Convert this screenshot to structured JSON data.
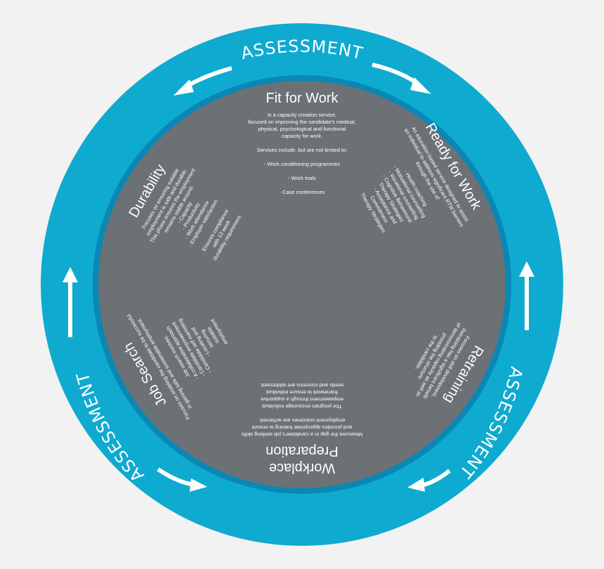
{
  "colors": {
    "background": "#f2f2f2",
    "outer_ring": "#0faad0",
    "inner_ring": "#0a87b4",
    "center": "#6b7175",
    "text": "#ffffff"
  },
  "assessment_labels": [
    "ASSESSMENT",
    "ASSESSMENT",
    "ASSESSMENT"
  ],
  "sections": {
    "fit_for_work": {
      "title": "Fit for Work",
      "lines": [
        "Is a capacity creation service,",
        "focused on improving the candidate's medical,",
        "physical, psychological and functional",
        "capacity for work.",
        "",
        "Services include, but are not limited to:",
        "",
        "- Work conditioning programmes",
        "",
        "- Work trials",
        "",
        "- Case conferences"
      ]
    },
    "ready_for_work": {
      "title": "Ready for Work",
      "lines": [
        "An education based service designed to assist",
        "an individual to address significant RTW barriers",
        "through the use of:",
        "",
        "- Health coaching",
        "- Motivational counselling",
        "- Vocational counselling",
        "- Cognitive Behavioural",
        "  Therapy Strategies",
        "- Acceptance and",
        "  Commitment",
        "  Therapy Strategies"
      ]
    },
    "retraining": {
      "title": "Retraining",
      "lines": [
        "Focuses on skill development,",
        "Retraining has a significant benefit",
        "of demonstrating capacity as well as",
        "providing the structure",
        "to the candidate."
      ]
    },
    "workplace_preparation": {
      "title_lines": [
        "Workplace",
        "Preparation"
      ],
      "lines": [
        "Measures the gap in a candidate's job seeking skills",
        "and provides appropriate training to ensure",
        "employment outcomes are achieved.",
        "",
        "The program encourage individual",
        "empowerment through a supportive",
        "framework to ensure individual",
        "needs and concerns are addressed."
      ]
    },
    "job_search": {
      "title": "Job Search",
      "lines": [
        "Focuses on enabling the candidate to be successful",
        "in gaining safe and sustainable employment.",
        "",
        "Job search involves:",
        "- A collaborative approach",
        "- Candidate empowerment",
        "- Candidate self marketing",
        "- Locating and",
        "  securing",
        "  suitable",
        "  employment"
      ]
    },
    "durability": {
      "title": "Durability",
      "lines": [
        "Focuses on ensuring suitable",
        "employment is safe and durable.",
        "This phase ensures the employment",
        "remains stable around:",
        "- Capacity",
        "- Productivity",
        "- Work attendance",
        "- Employer satisfaction",
        "",
        "Ensures compliance",
        "with 13 week",
        "durability requirement."
      ]
    }
  }
}
